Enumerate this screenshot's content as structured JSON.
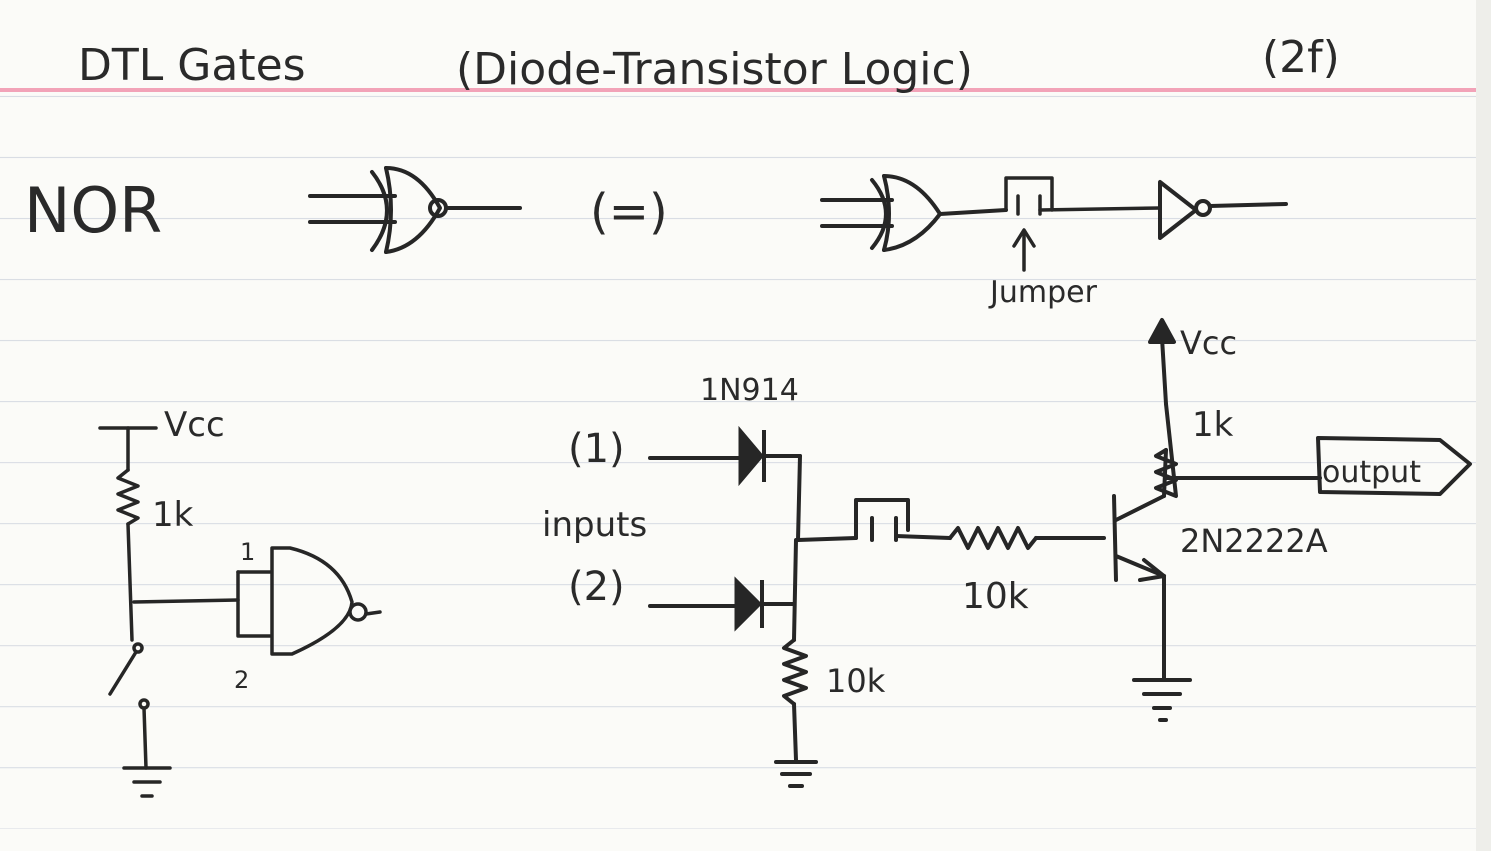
{
  "title": "DTL Gates",
  "subtitle": "(Diode-Transistor Logic)",
  "card_number": "(2f)",
  "gate_name": "NOR",
  "equivalence_sign": "(=)",
  "jumper_label": "Jumper",
  "switch_circuit": {
    "vcc": "Vcc",
    "resistor": "1k",
    "pin1": "1",
    "pin2": "2"
  },
  "schematic": {
    "diode_part": "1N914",
    "input1": "(1)",
    "inputs_label": "inputs",
    "input2": "(2)",
    "pulldown": "10k",
    "base_resistor": "10k",
    "collector_resistor": "1k",
    "vcc": "Vcc",
    "transistor": "2N2222A",
    "output": "output"
  },
  "colors": {
    "ink": "#262626",
    "margin_rule": "#f2a3b8",
    "ruled_lines": "#d9dde4",
    "paper": "#fbfbf8"
  }
}
